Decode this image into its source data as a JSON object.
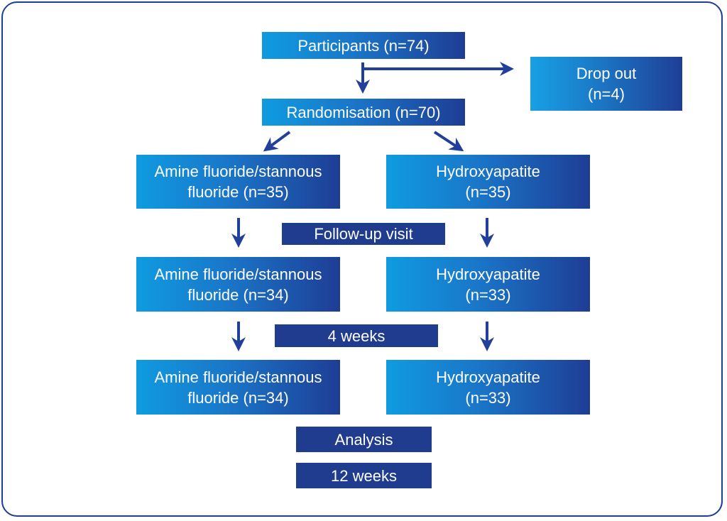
{
  "colors": {
    "frame_border": "#1f3c96",
    "box_light": "#0f9be0",
    "box_dark": "#1e3d95",
    "label_box": "#1f3c8f",
    "arrow": "#22409a",
    "text": "#ffffff"
  },
  "nodes": {
    "participants": "Participants (n=74)",
    "dropout_line1": "Drop out",
    "dropout_line2": "(n=4)",
    "randomisation": "Randomisation (n=70)",
    "left_1_line1": "Amine fluoride/stannous",
    "left_1_line2": "fluoride (n=35)",
    "right_1_line1": "Hydroxyapatite",
    "right_1_line2": "(n=35)",
    "left_2_line1": "Amine fluoride/stannous",
    "left_2_line2": "fluoride (n=34)",
    "right_2_line1": "Hydroxyapatite",
    "right_2_line2": "(n=33)",
    "left_3_line1": "Amine fluoride/stannous",
    "left_3_line2": "fluoride (n=34)",
    "right_3_line1": "Hydroxyapatite",
    "right_3_line2": "(n=33)"
  },
  "stages": {
    "followup": "Follow-up visit",
    "four_weeks": "4 weeks",
    "analysis": "Analysis",
    "twelve_weeks": "12 weeks"
  },
  "edges": [
    {
      "from": "participants",
      "to": "randomisation"
    },
    {
      "from": "participants",
      "to": "dropout"
    },
    {
      "from": "randomisation",
      "to": "left_1"
    },
    {
      "from": "randomisation",
      "to": "right_1"
    },
    {
      "from": "left_1",
      "to": "left_2"
    },
    {
      "from": "right_1",
      "to": "right_2"
    },
    {
      "from": "left_2",
      "to": "left_3"
    },
    {
      "from": "right_2",
      "to": "right_3"
    }
  ]
}
